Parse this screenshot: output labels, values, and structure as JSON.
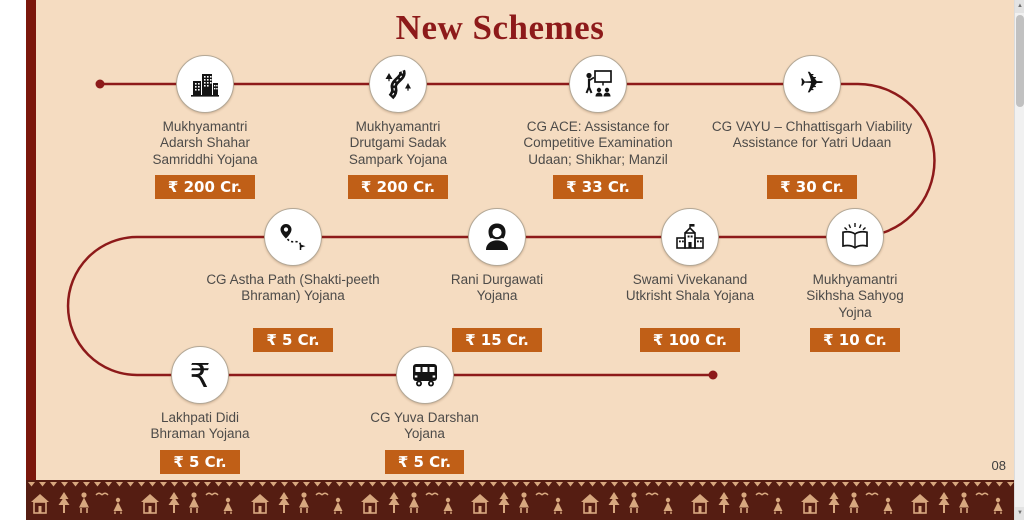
{
  "title": "New Schemes",
  "page_number": "08",
  "schemes": [
    {
      "icon": "city-buildings-icon",
      "name": "Mukhyamantri Adarsh Shahar Samriddhi Yojana",
      "amount": "₹ 200 Cr."
    },
    {
      "icon": "winding-road-icon",
      "name": "Mukhyamantri Drutgami Sadak Sampark Yojana",
      "amount": "₹ 200 Cr."
    },
    {
      "icon": "presentation-icon",
      "name": "CG ACE: Assistance for Competitive Examination Udaan; Shikhar; Manzil",
      "amount": "₹ 33 Cr."
    },
    {
      "icon": "airplane-icon",
      "name": "CG VAYU – Chhattisgarh Viability Assistance for Yatri Udaan",
      "amount": "₹ 30 Cr."
    },
    {
      "icon": "route-map-icon",
      "name": "CG Astha Path (Shakti-peeth Bhraman) Yojana",
      "amount": "₹ 5 Cr."
    },
    {
      "icon": "woman-icon",
      "name": "Rani Durgawati Yojana",
      "amount": "₹ 15 Cr."
    },
    {
      "icon": "school-building-icon",
      "name": "Swami Vivekanand Utkrisht Shala Yojana",
      "amount": "₹ 100 Cr."
    },
    {
      "icon": "open-book-icon",
      "name": "Mukhyamantri Sikhsha Sahyog Yojna",
      "amount": "₹ 10 Cr."
    },
    {
      "icon": "rupee-icon",
      "name": "Lakhpati Didi Bhraman Yojana",
      "amount": "₹ 5 Cr."
    },
    {
      "icon": "bus-icon",
      "name": "CG Yuva Darshan Yojana",
      "amount": "₹ 5 Cr."
    }
  ],
  "glyphs": {
    "airplane": "✈",
    "rupee": "₹",
    "scroll_up": "▲",
    "scroll_down": "▼"
  },
  "colors": {
    "background": "#f5dcc1",
    "title": "#8d1a1a",
    "route_line": "#8d1a1a",
    "badge": "#c05f17",
    "badge_text": "#ffffff",
    "scheme_text": "#4d4b49",
    "left_bar": "#7b170c",
    "footer_band": "#551d12",
    "footer_motif": "#d8a87f"
  }
}
